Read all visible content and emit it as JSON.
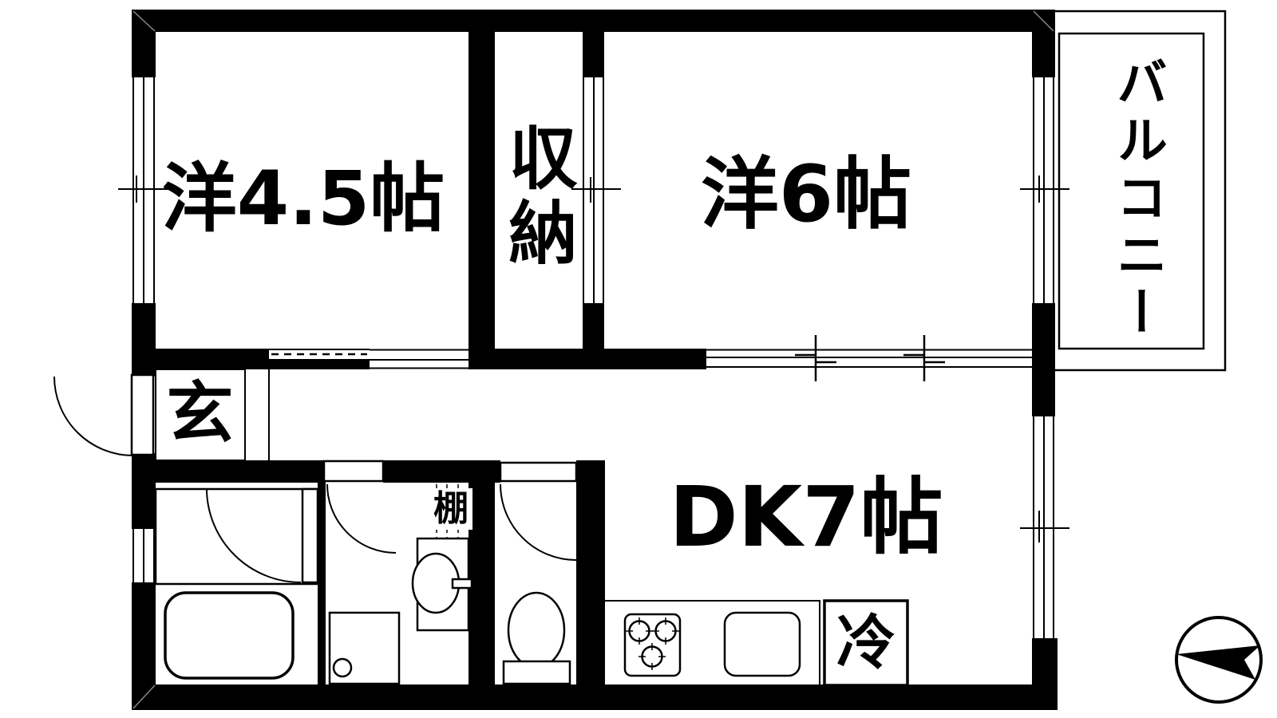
{
  "plan": {
    "rooms": {
      "western_room_4_5": {
        "label": "洋4.5帖"
      },
      "closet": {
        "label": "収納"
      },
      "western_room_6": {
        "label": "洋6帖"
      },
      "balcony": {
        "label": "バルコニー"
      },
      "entrance": {
        "label": "玄"
      },
      "dining_kitchen": {
        "label": "DK7帖"
      },
      "refrigerator": {
        "label": "冷"
      },
      "shelf": {
        "label": "棚"
      }
    },
    "colors": {
      "wall": "#000000",
      "background": "#ffffff"
    },
    "compass": {
      "icon": "north-arrow-icon",
      "points": "left"
    }
  }
}
